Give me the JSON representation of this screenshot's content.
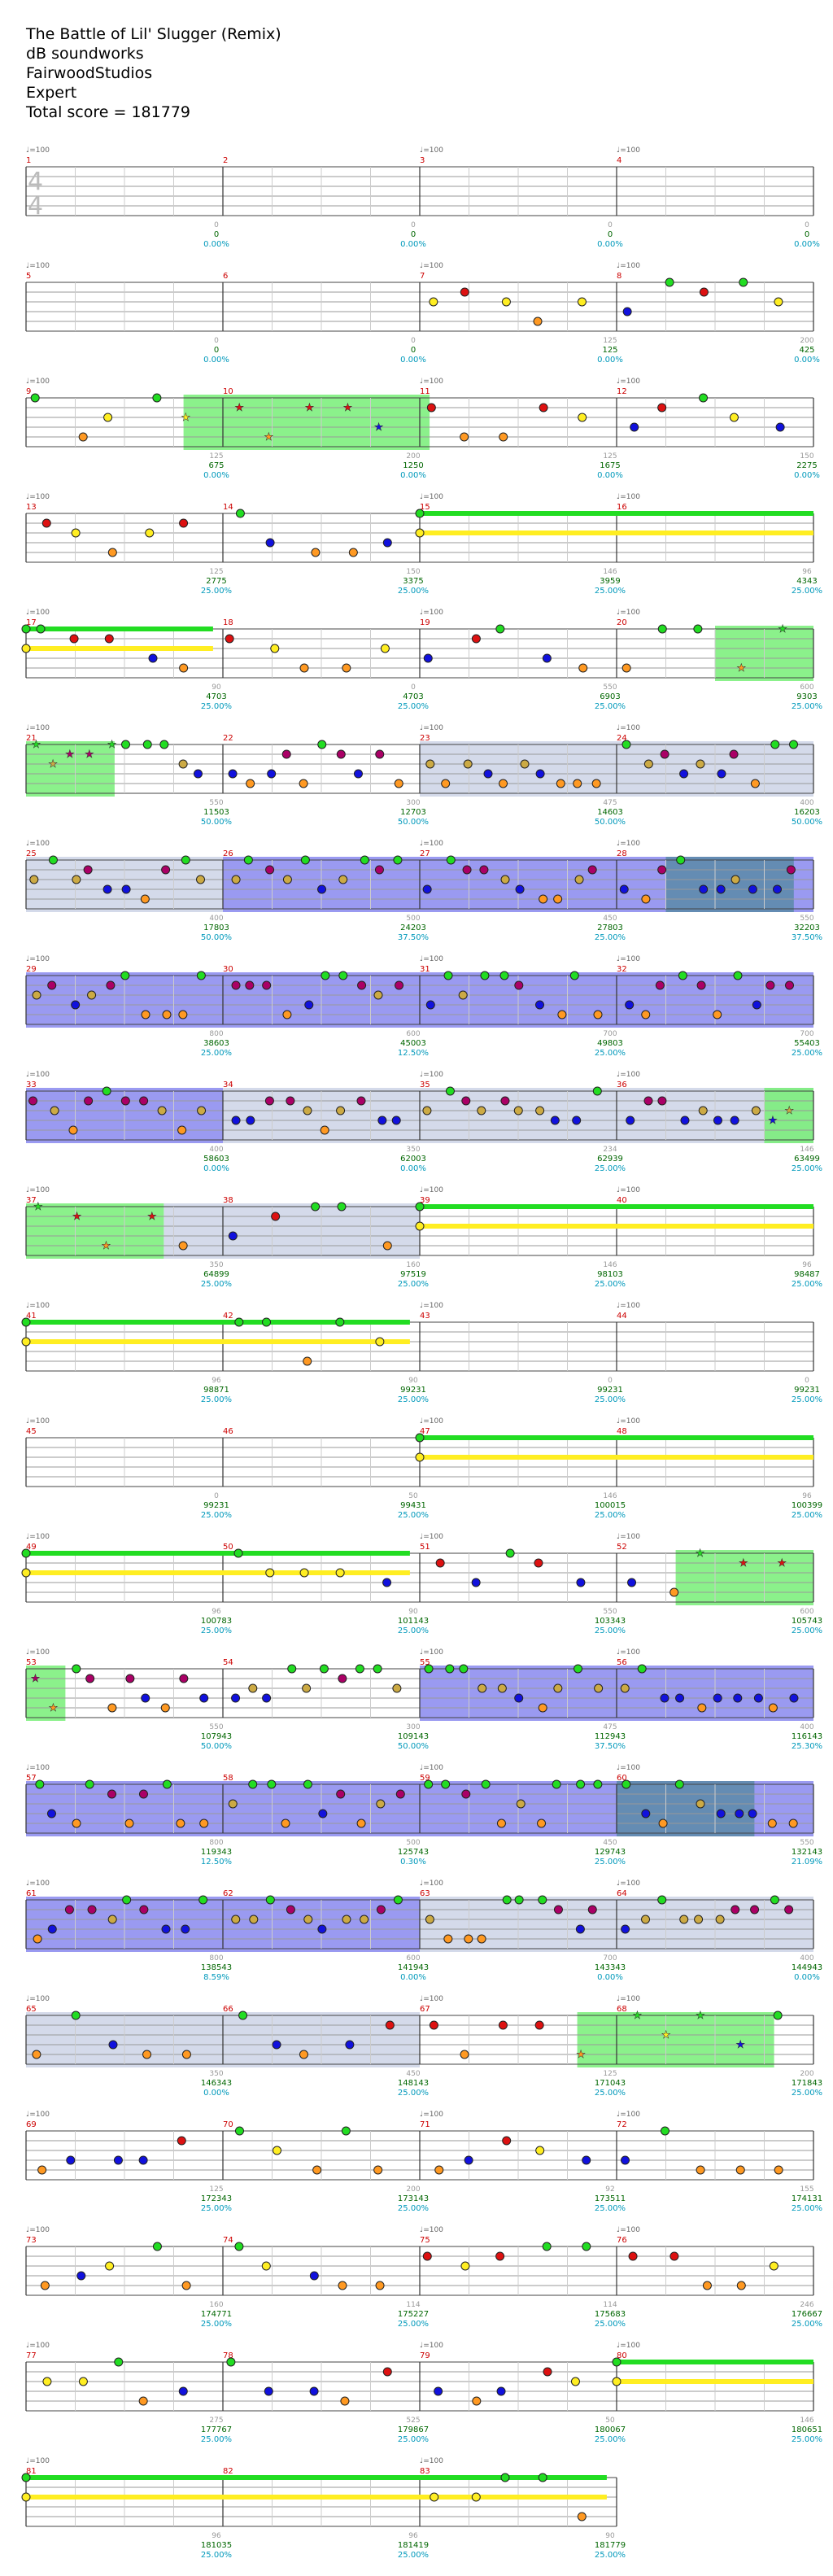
{
  "header": {
    "title": "The Battle of Lil' Slugger (Remix)",
    "artist": "dB soundworks",
    "charter": "FairwoodStudios",
    "difficulty": "Expert",
    "total_score": "Total score = 181779"
  },
  "time_signature": {
    "top": "4",
    "bottom": "4"
  },
  "tempo_label": "♩=100",
  "colors": {
    "green": "#22dd22",
    "red": "#dd1111",
    "yellow": "#ffee22",
    "blue": "#1111dd",
    "orange": "#ff9922",
    "purple": "#aa0066",
    "tan": "#ccaa44",
    "star_power": "#77ee77",
    "solo": "#8888ee",
    "unison": "#ccd4e6",
    "score_text": "#006600",
    "pct_text": "#0099bb",
    "measure_num": "#cc0000",
    "sustain_count": "#999999"
  },
  "rows": [
    {
      "measures": [
        "1",
        "2",
        "3",
        "4"
      ],
      "sustain": [
        "",
        "0",
        "0",
        "0",
        "0"
      ],
      "scores": [
        "",
        "0",
        "0",
        "0",
        "0"
      ],
      "pcts": [
        "",
        "0.00%",
        "0.00%",
        "0.00%",
        "0.00%"
      ],
      "tempo": [
        true,
        false,
        true,
        true
      ]
    },
    {
      "measures": [
        "5",
        "6",
        "7",
        "8"
      ],
      "sustain": [
        "",
        "0",
        "0",
        "125",
        "200"
      ],
      "scores": [
        "",
        "0",
        "0",
        "125",
        "425"
      ],
      "pcts": [
        "",
        "0.00%",
        "0.00%",
        "0.00%",
        "0.00%"
      ],
      "tempo": [
        true,
        false,
        true,
        true
      ]
    },
    {
      "measures": [
        "9",
        "10",
        "11",
        "12"
      ],
      "sustain": [
        "",
        "125",
        "200",
        "125",
        "150"
      ],
      "scores": [
        "",
        "675",
        "1250",
        "1675",
        "2275"
      ],
      "pcts": [
        "",
        "0.00%",
        "0.00%",
        "0.00%",
        "0.00%"
      ],
      "tempo": [
        true,
        false,
        true,
        true
      ]
    },
    {
      "measures": [
        "13",
        "14",
        "15",
        "16"
      ],
      "sustain": [
        "",
        "125",
        "150",
        "146",
        "96"
      ],
      "scores": [
        "",
        "2775",
        "3375",
        "3959",
        "4343"
      ],
      "pcts": [
        "",
        "25.00%",
        "25.00%",
        "25.00%",
        "25.00%"
      ],
      "tempo": [
        true,
        false,
        true,
        true
      ]
    },
    {
      "measures": [
        "17",
        "18",
        "19",
        "20"
      ],
      "sustain": [
        "",
        "90",
        "0",
        "550",
        "600"
      ],
      "scores": [
        "",
        "4703",
        "4703",
        "6903",
        "9303"
      ],
      "pcts": [
        "",
        "25.00%",
        "25.00%",
        "25.00%",
        "25.00%"
      ],
      "tempo": [
        true,
        false,
        true,
        true
      ]
    },
    {
      "measures": [
        "21",
        "22",
        "23",
        "24"
      ],
      "sustain": [
        "",
        "550",
        "300",
        "475",
        "400"
      ],
      "scores": [
        "",
        "11503",
        "12703",
        "14603",
        "16203"
      ],
      "pcts": [
        "",
        "50.00%",
        "50.00%",
        "50.00%",
        "50.00%"
      ],
      "tempo": [
        true,
        false,
        true,
        true
      ]
    },
    {
      "measures": [
        "25",
        "26",
        "27",
        "28"
      ],
      "sustain": [
        "",
        "400",
        "500",
        "450",
        "550"
      ],
      "scores": [
        "",
        "17803",
        "24203",
        "27803",
        "32203"
      ],
      "pcts": [
        "",
        "50.00%",
        "37.50%",
        "25.00%",
        "37.50%"
      ],
      "tempo": [
        true,
        false,
        true,
        true
      ]
    },
    {
      "measures": [
        "29",
        "30",
        "31",
        "32"
      ],
      "sustain": [
        "",
        "800",
        "600",
        "700",
        "700"
      ],
      "scores": [
        "",
        "38603",
        "45003",
        "49803",
        "55403"
      ],
      "pcts": [
        "",
        "25.00%",
        "12.50%",
        "25.00%",
        "25.00%"
      ],
      "tempo": [
        true,
        false,
        true,
        true
      ]
    },
    {
      "measures": [
        "33",
        "34",
        "35",
        "36"
      ],
      "sustain": [
        "",
        "400",
        "350",
        "234",
        "146"
      ],
      "scores": [
        "",
        "58603",
        "62003",
        "62939",
        "63499"
      ],
      "pcts": [
        "",
        "0.00%",
        "0.00%",
        "25.00%",
        "25.00%"
      ],
      "tempo": [
        true,
        false,
        true,
        true
      ]
    },
    {
      "measures": [
        "37",
        "38",
        "39",
        "40"
      ],
      "sustain": [
        "",
        "350",
        "160",
        "146",
        "96"
      ],
      "scores": [
        "",
        "64899",
        "97519",
        "98103",
        "98487"
      ],
      "pcts": [
        "",
        "25.00%",
        "25.00%",
        "25.00%",
        "25.00%"
      ],
      "tempo": [
        true,
        false,
        true,
        true
      ]
    },
    {
      "measures": [
        "41",
        "42",
        "43",
        "44"
      ],
      "sustain": [
        "",
        "96",
        "90",
        "0",
        "0"
      ],
      "scores": [
        "",
        "98871",
        "99231",
        "99231",
        "99231"
      ],
      "pcts": [
        "",
        "25.00%",
        "25.00%",
        "25.00%",
        "25.00%"
      ],
      "tempo": [
        true,
        false,
        true,
        true
      ]
    },
    {
      "measures": [
        "45",
        "46",
        "47",
        "48"
      ],
      "sustain": [
        "",
        "0",
        "50",
        "146",
        "96"
      ],
      "scores": [
        "",
        "99231",
        "99431",
        "100015",
        "100399"
      ],
      "pcts": [
        "",
        "25.00%",
        "25.00%",
        "25.00%",
        "25.00%"
      ],
      "tempo": [
        true,
        false,
        true,
        true
      ]
    },
    {
      "measures": [
        "49",
        "50",
        "51",
        "52"
      ],
      "sustain": [
        "",
        "96",
        "90",
        "550",
        "600"
      ],
      "scores": [
        "",
        "100783",
        "101143",
        "103343",
        "105743"
      ],
      "pcts": [
        "",
        "25.00%",
        "25.00%",
        "25.00%",
        "25.00%"
      ],
      "tempo": [
        true,
        false,
        true,
        true
      ]
    },
    {
      "measures": [
        "53",
        "54",
        "55",
        "56"
      ],
      "sustain": [
        "",
        "550",
        "300",
        "475",
        "400"
      ],
      "scores": [
        "",
        "107943",
        "109143",
        "112943",
        "116143"
      ],
      "pcts": [
        "",
        "50.00%",
        "50.00%",
        "37.50%",
        "25.30%"
      ],
      "tempo": [
        true,
        false,
        true,
        true
      ]
    },
    {
      "measures": [
        "57",
        "58",
        "59",
        "60"
      ],
      "sustain": [
        "",
        "800",
        "500",
        "450",
        "550"
      ],
      "scores": [
        "",
        "119343",
        "125743",
        "129743",
        "132143"
      ],
      "pcts": [
        "",
        "12.50%",
        "0.30%",
        "25.00%",
        "21.09%"
      ],
      "tempo": [
        true,
        false,
        true,
        true
      ]
    },
    {
      "measures": [
        "61",
        "62",
        "63",
        "64"
      ],
      "sustain": [
        "",
        "800",
        "600",
        "700",
        "400"
      ],
      "scores": [
        "",
        "138543",
        "141943",
        "143343",
        "144943"
      ],
      "pcts": [
        "",
        "8.59%",
        "0.00%",
        "0.00%",
        "0.00%"
      ],
      "tempo": [
        true,
        false,
        true,
        true
      ]
    },
    {
      "measures": [
        "65",
        "66",
        "67",
        "68"
      ],
      "sustain": [
        "",
        "350",
        "450",
        "125",
        "200"
      ],
      "scores": [
        "",
        "146343",
        "148143",
        "171043",
        "171843"
      ],
      "pcts": [
        "",
        "0.00%",
        "25.00%",
        "25.00%",
        "25.00%"
      ],
      "tempo": [
        true,
        false,
        true,
        true
      ]
    },
    {
      "measures": [
        "69",
        "70",
        "71",
        "72"
      ],
      "sustain": [
        "",
        "125",
        "200",
        "92",
        "155"
      ],
      "scores": [
        "",
        "172343",
        "173143",
        "173511",
        "174131"
      ],
      "pcts": [
        "",
        "25.00%",
        "25.00%",
        "25.00%",
        "25.00%"
      ],
      "tempo": [
        true,
        false,
        true,
        true
      ]
    },
    {
      "measures": [
        "73",
        "74",
        "75",
        "76"
      ],
      "sustain": [
        "",
        "160",
        "114",
        "114",
        "246"
      ],
      "scores": [
        "",
        "174771",
        "175227",
        "175683",
        "176667"
      ],
      "pcts": [
        "",
        "25.00%",
        "25.00%",
        "25.00%",
        "25.00%"
      ],
      "tempo": [
        true,
        false,
        true,
        true
      ]
    },
    {
      "measures": [
        "77",
        "78",
        "79",
        "80"
      ],
      "sustain": [
        "",
        "275",
        "525",
        "50",
        "146"
      ],
      "scores": [
        "",
        "177767",
        "179867",
        "180067",
        "180651"
      ],
      "pcts": [
        "",
        "25.00%",
        "25.00%",
        "25.00%",
        "25.00%"
      ],
      "tempo": [
        true,
        false,
        true,
        true
      ]
    },
    {
      "measures": [
        "81",
        "82",
        "83"
      ],
      "sustain": [
        "",
        "96",
        "96",
        "90"
      ],
      "scores": [
        "",
        "181035",
        "181419",
        "181779"
      ],
      "pcts": [
        "",
        "25.00%",
        "25.00%",
        "25.00%"
      ],
      "tempo": [
        true,
        false,
        true
      ]
    }
  ]
}
